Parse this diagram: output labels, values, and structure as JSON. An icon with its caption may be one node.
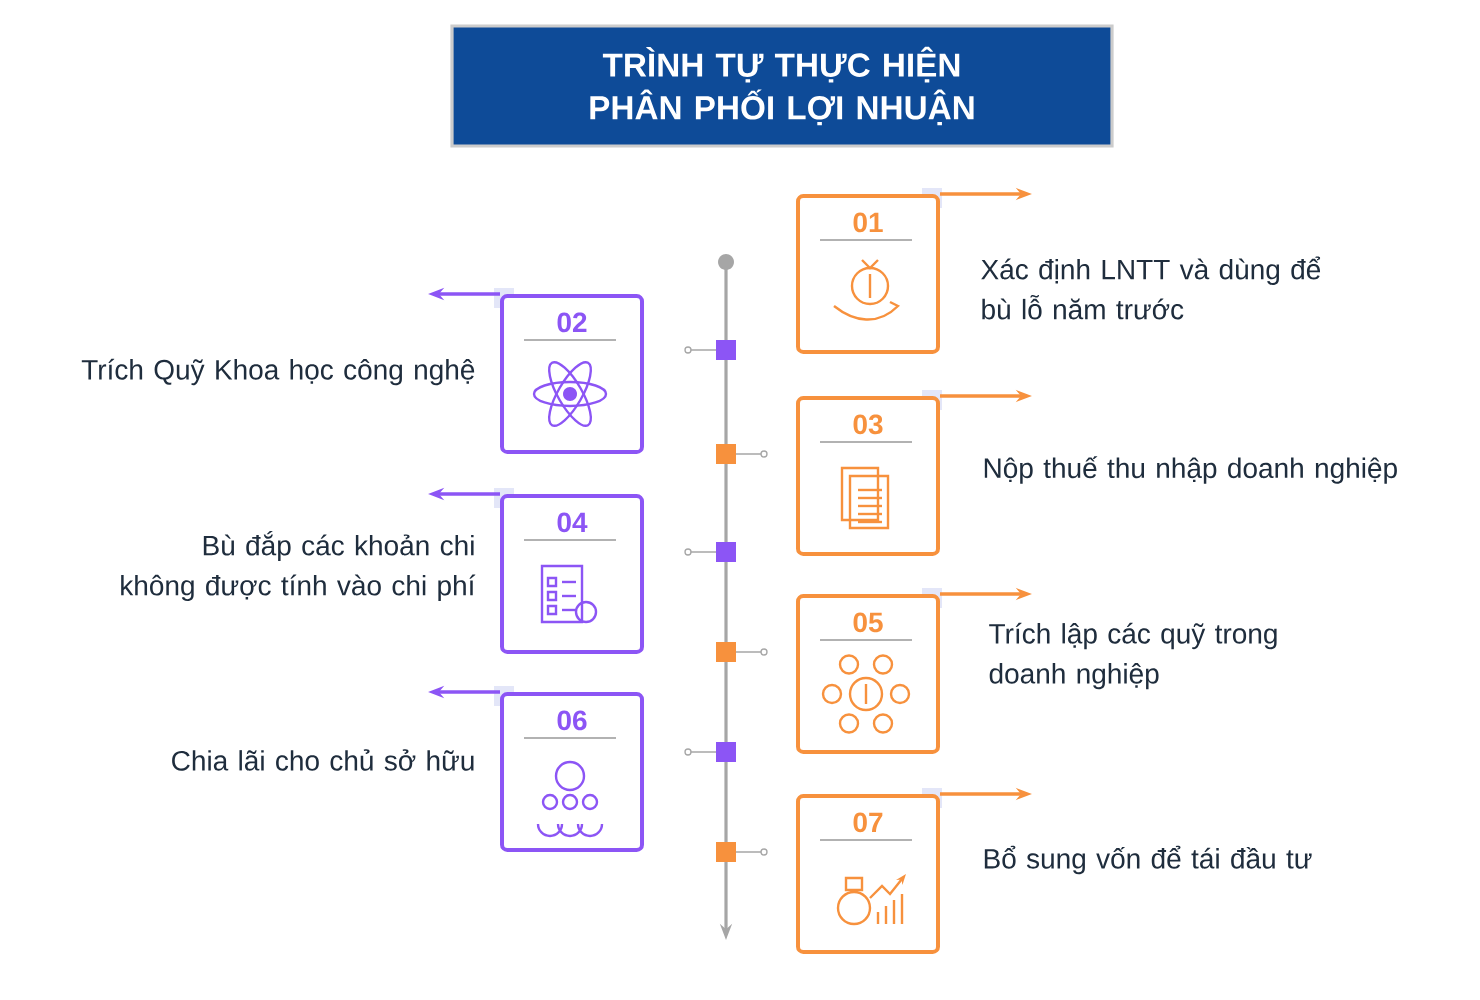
{
  "diagram": {
    "title": "TRÌNH TỰ THỰC HIỆN PHÂN PHỐI LỢI NHUẬN",
    "nodes": [
      {
        "text": [
          "01"
        ],
        "beside": [
          "Xác định LNTT và dùng để bù lỗ năm trước"
        ]
      },
      {
        "text": [
          "02"
        ],
        "beside": [
          "Trích Quỹ Khoa học công nghệ"
        ]
      },
      {
        "text": [
          "03"
        ],
        "beside": [
          "Nộp thuế thu nhập doanh nghiệp"
        ]
      },
      {
        "text": [
          "04"
        ],
        "beside": [
          "Bù đắp các khoản chi không được tính vào chi phí"
        ]
      },
      {
        "text": [
          "05"
        ],
        "beside": [
          "Trích lập các quỹ trong doanh nghiệp"
        ]
      },
      {
        "text": [
          "06"
        ],
        "beside": [
          "Chia lãi cho chủ sở hữu"
        ]
      },
      {
        "text": [
          "07"
        ],
        "beside": [
          "Bổ sung vốn để tái đầu tư"
        ]
      }
    ],
    "edges": [
      {
        "from": 0,
        "to": null,
        "arrow": "to"
      },
      {
        "from": 1,
        "to": null,
        "arrow": "to",
        "color": "#8c55f5"
      },
      {
        "from": 2,
        "to": null,
        "arrow": "to"
      },
      {
        "from": 3,
        "to": null,
        "arrow": "to",
        "color": "#8c55f5"
      },
      {
        "from": 4,
        "to": null,
        "arrow": "to"
      },
      {
        "from": 5,
        "to": null,
        "arrow": "to",
        "color": "#8c55f5"
      },
      {
        "from": 6,
        "to": null,
        "arrow": "to"
      }
    ]
  }
}
